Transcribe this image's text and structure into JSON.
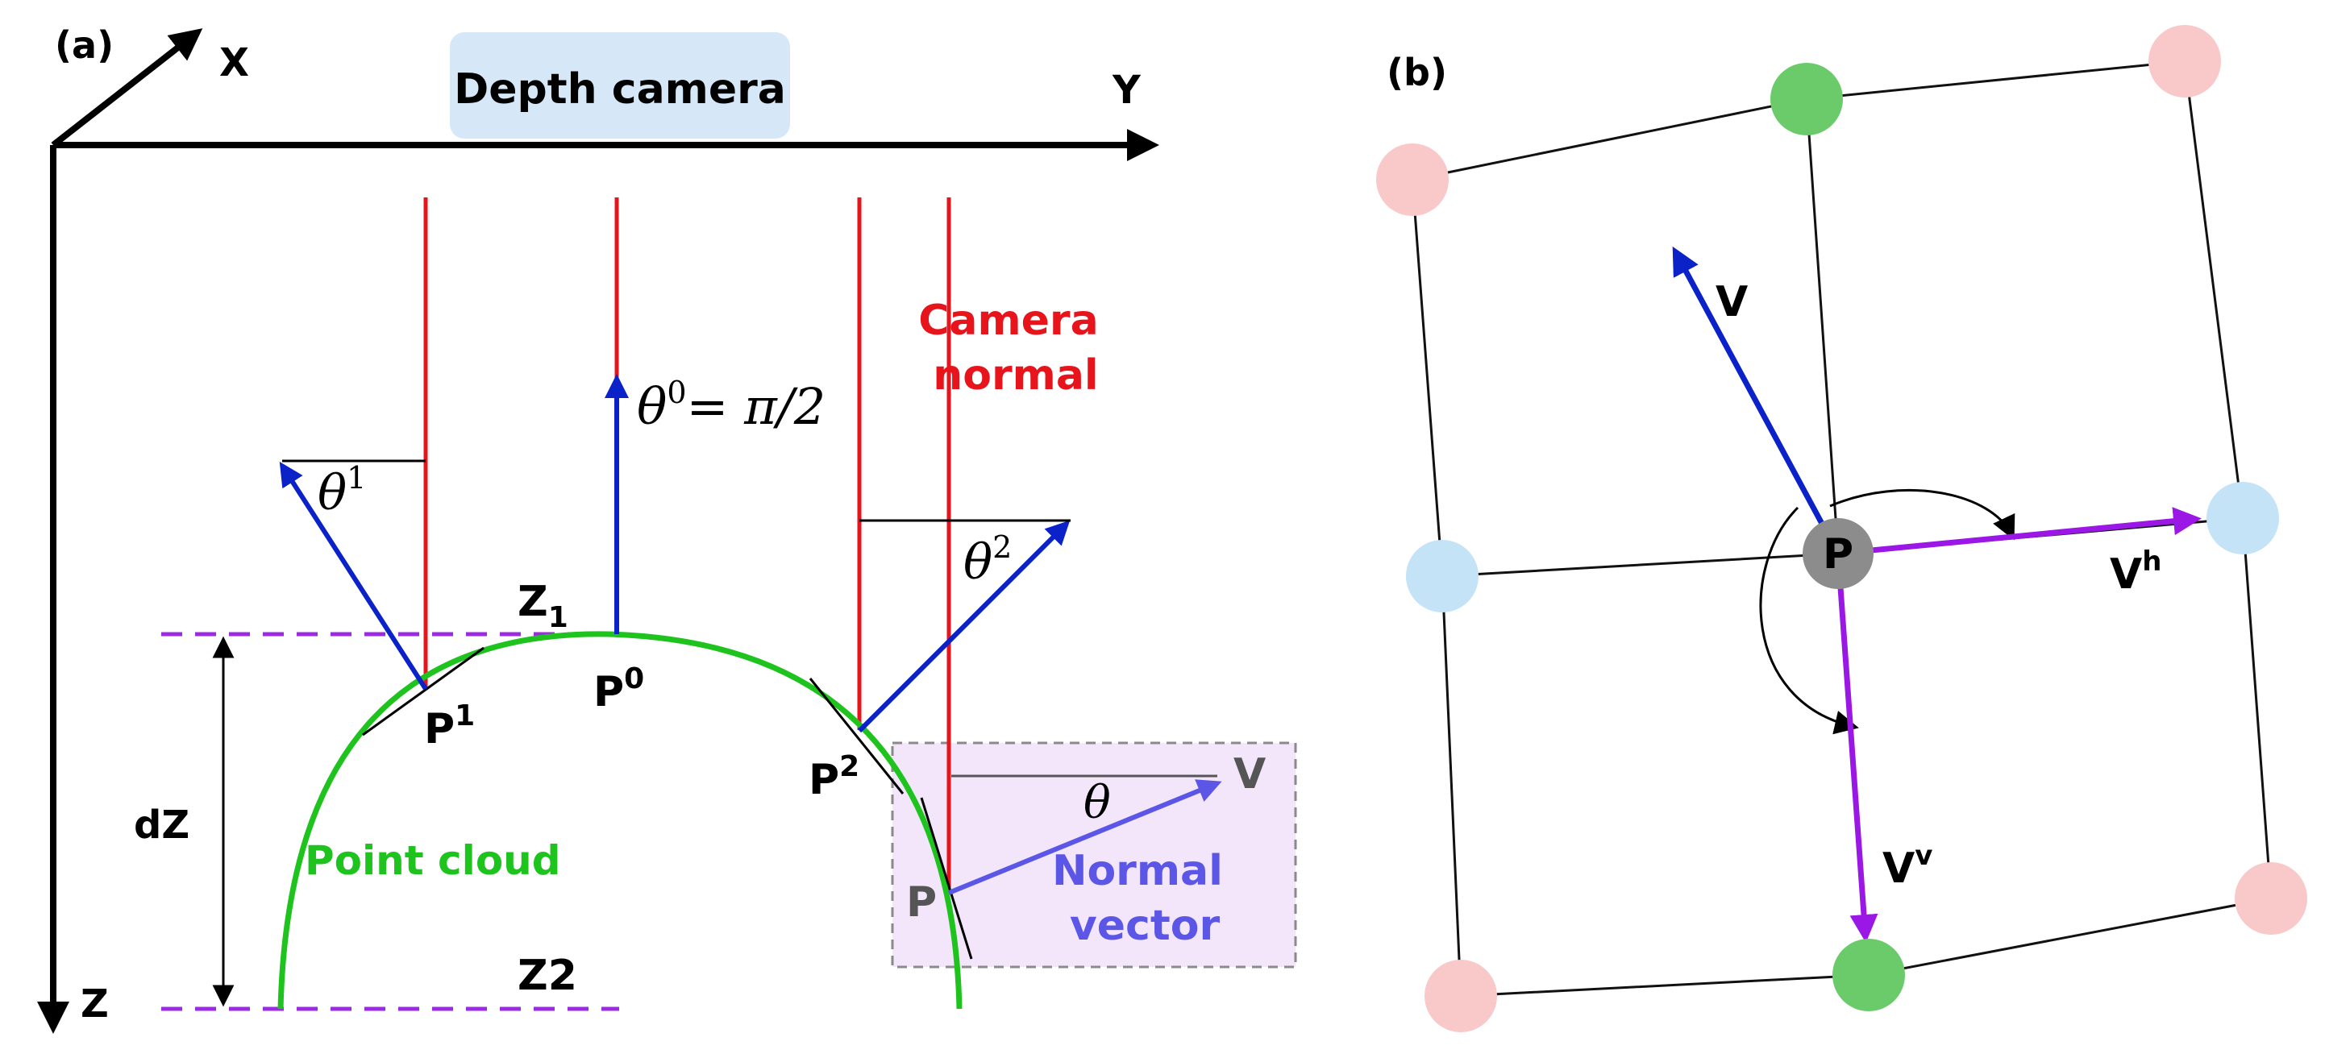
{
  "panel_a": {
    "tag": "(a)",
    "axis_x": "X",
    "axis_y": "Y",
    "axis_z": "Z",
    "camera_label": "Depth camera",
    "theta1": "θ",
    "theta1_sup": "1",
    "theta0": "θ",
    "theta0_sup": "0",
    "theta0_eq": "= π/2",
    "theta2": "θ",
    "theta2_sup": "2",
    "theta": "θ",
    "camera_normal_line1": "Camera",
    "camera_normal_line2": "normal",
    "z1": "Z",
    "z1_sub": "1",
    "z2": "Z2",
    "p1": "P",
    "p1_sup": "1",
    "p0": "P",
    "p0_sup": "0",
    "p2": "P",
    "p2_sup": "2",
    "p": "P",
    "v": "V",
    "dz": "dZ",
    "point_cloud": "Point cloud",
    "normal_vector_line1": "Normal",
    "normal_vector_line2": "vector",
    "colors": {
      "ray": "#e8141c",
      "normal": "#0a22c8",
      "curve": "#1ec31e",
      "dashed": "#9b2be0",
      "inset_bg": "#f3e6fb",
      "inset_vec": "#5b56e6",
      "camera_box": "#d6e8f8"
    }
  },
  "panel_b": {
    "tag": "(b)",
    "center": "P",
    "v": "V",
    "vh": "V",
    "vh_sup": "h",
    "vv": "V",
    "vv_sup": "v",
    "colors": {
      "grid": "#111111",
      "corner_node": "#f9c9c9",
      "top_bottom_node": "#6bcb6b",
      "side_node": "#c5e3f7",
      "center_node": "#8c8c8c",
      "vector_v": "#0a22c8",
      "vector_hv": "#9a17e6"
    }
  }
}
